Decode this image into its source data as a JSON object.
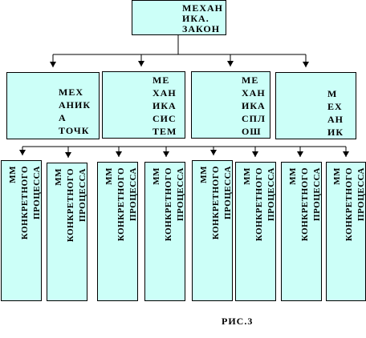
{
  "top": {
    "text": "МЕХАН\nИКА.\nЗАКОН"
  },
  "level2": [
    {
      "text": "МЕХ\nАНИК\nА\nТОЧК"
    },
    {
      "text": "МЕ\nХАН\nИКА\nСИС\nТЕМ\nЫ"
    },
    {
      "text": "МЕ\nХАН\nИКА\nСПЛ\nОШ\nНОЙ"
    },
    {
      "text": "М\nЕХ\nАН\nИК\nА"
    }
  ],
  "level3": [
    {
      "text": "ММ\nКОНКРЕТНОГО\nПРОЦЕССА"
    },
    {
      "text": "ММ\nКОНКРЕТНОГО\nПРОЦЕССА"
    },
    {
      "text": "ММ\nКОНКРЕТНОГО\nПРОЦЕССА"
    },
    {
      "text": "ММ\nКОНКРЕТНОГО\nПРОЦЕССА"
    },
    {
      "text": "ММ\nКОНКРЕТНОГО\nПРОЦЕССА"
    },
    {
      "text": "ММ\nКОНКРЕТНОГО\nПРОЦЕССА"
    },
    {
      "text": "ММ\nКОНКРЕТНОГО\nПРОЦЕССА"
    },
    {
      "text": "ММ\nКОНКРЕТНОГО\nПРОЦЕССА"
    }
  ],
  "caption": "РИС.3",
  "colors": {
    "box_fill": "#ccfff8",
    "line": "#000000"
  }
}
